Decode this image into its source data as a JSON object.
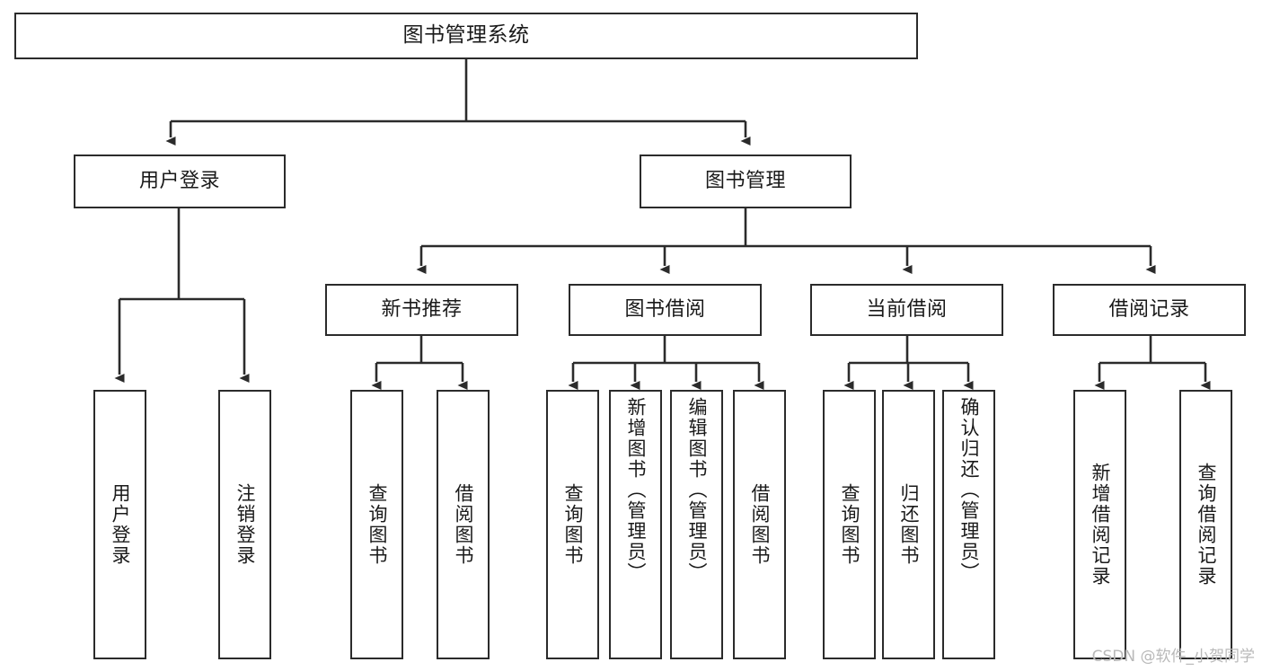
{
  "diagram": {
    "title": "图书管理系统",
    "type": "tree",
    "orientation": "top-down",
    "colors": {
      "stroke": "#2b2b2b",
      "fill": "#ffffff",
      "text": "#1a1a1a",
      "watermark": "#b9b9b9"
    },
    "watermark": "CSDN @软件_小贺同学",
    "root": {
      "id": "root",
      "label": "图书管理系统"
    },
    "level1": [
      {
        "id": "user-login",
        "label": "用户登录"
      },
      {
        "id": "book-manage",
        "label": "图书管理"
      }
    ],
    "level2": [
      {
        "id": "new-book-recommend",
        "label": "新书推荐",
        "parent": "book-manage"
      },
      {
        "id": "book-borrow",
        "label": "图书借阅",
        "parent": "book-manage"
      },
      {
        "id": "current-borrow",
        "label": "当前借阅",
        "parent": "book-manage"
      },
      {
        "id": "borrow-record",
        "label": "借阅记录",
        "parent": "book-manage"
      }
    ],
    "leaves": [
      {
        "id": "leaf-user-login",
        "label": "用户登录",
        "parent": "user-login"
      },
      {
        "id": "leaf-user-logout",
        "label": "注销登录",
        "parent": "user-login"
      },
      {
        "id": "leaf-query-book-1",
        "label": "查询图书",
        "parent": "new-book-recommend"
      },
      {
        "id": "leaf-borrow-book-1",
        "label": "借阅图书",
        "parent": "new-book-recommend"
      },
      {
        "id": "leaf-query-book-2",
        "label": "查询图书",
        "parent": "book-borrow"
      },
      {
        "id": "leaf-add-book",
        "label": "新增图书（管理员）",
        "parent": "book-borrow"
      },
      {
        "id": "leaf-edit-book",
        "label": "编辑图书（管理员）",
        "parent": "book-borrow"
      },
      {
        "id": "leaf-borrow-book-2",
        "label": "借阅图书",
        "parent": "book-borrow"
      },
      {
        "id": "leaf-query-book-3",
        "label": "查询图书",
        "parent": "current-borrow"
      },
      {
        "id": "leaf-return-book",
        "label": "归还图书",
        "parent": "current-borrow"
      },
      {
        "id": "leaf-confirm-return",
        "label": "确认归还（管理员）",
        "parent": "current-borrow"
      },
      {
        "id": "leaf-add-record",
        "label": "新增借阅记录",
        "parent": "borrow-record"
      },
      {
        "id": "leaf-query-record",
        "label": "查询借阅记录",
        "parent": "borrow-record"
      }
    ]
  }
}
